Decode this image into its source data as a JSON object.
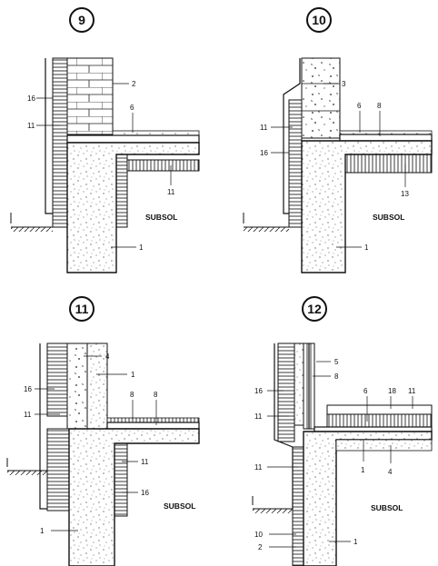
{
  "panels": [
    {
      "id": "9",
      "region_label": "SUBSOL",
      "callouts": [
        "16",
        "11",
        "2",
        "6",
        "11",
        "1"
      ]
    },
    {
      "id": "10",
      "region_label": "SUBSOL",
      "callouts": [
        "3",
        "6",
        "8",
        "11",
        "16",
        "13",
        "1"
      ]
    },
    {
      "id": "11",
      "region_label": "SUBSOL",
      "callouts": [
        "4",
        "1",
        "16",
        "8",
        "8",
        "11",
        "11",
        "16",
        "1"
      ]
    },
    {
      "id": "12",
      "region_label": "SUBSOL",
      "callouts": [
        "5",
        "8",
        "16",
        "11",
        "6",
        "18",
        "11",
        "11",
        "1",
        "4",
        "10",
        "2",
        "1"
      ]
    }
  ]
}
